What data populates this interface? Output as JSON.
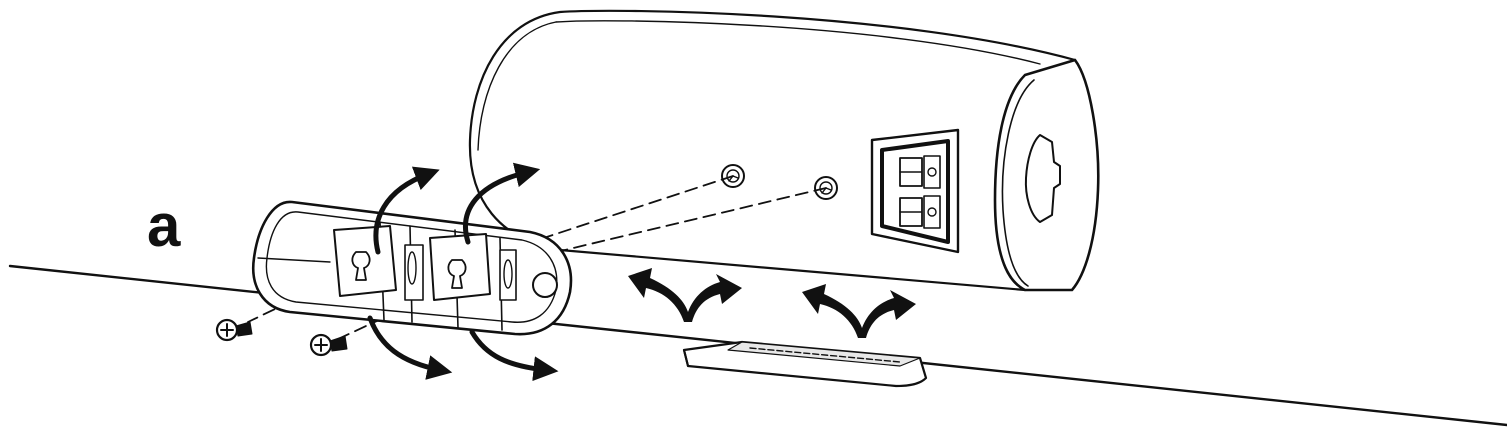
{
  "figure": {
    "step_label": "a",
    "line_color": "#111111",
    "fill_color": "#ffffff",
    "shade_color": "#e8e8e8"
  },
  "icons": [
    "speaker-cabinet",
    "speaker-binding-terminal",
    "keyhole-wall-bracket",
    "screw-icon",
    "rotate-arrow-icon",
    "curved-exchange-arrow-icon",
    "foot-pad",
    "keyhole-slot-icon"
  ]
}
